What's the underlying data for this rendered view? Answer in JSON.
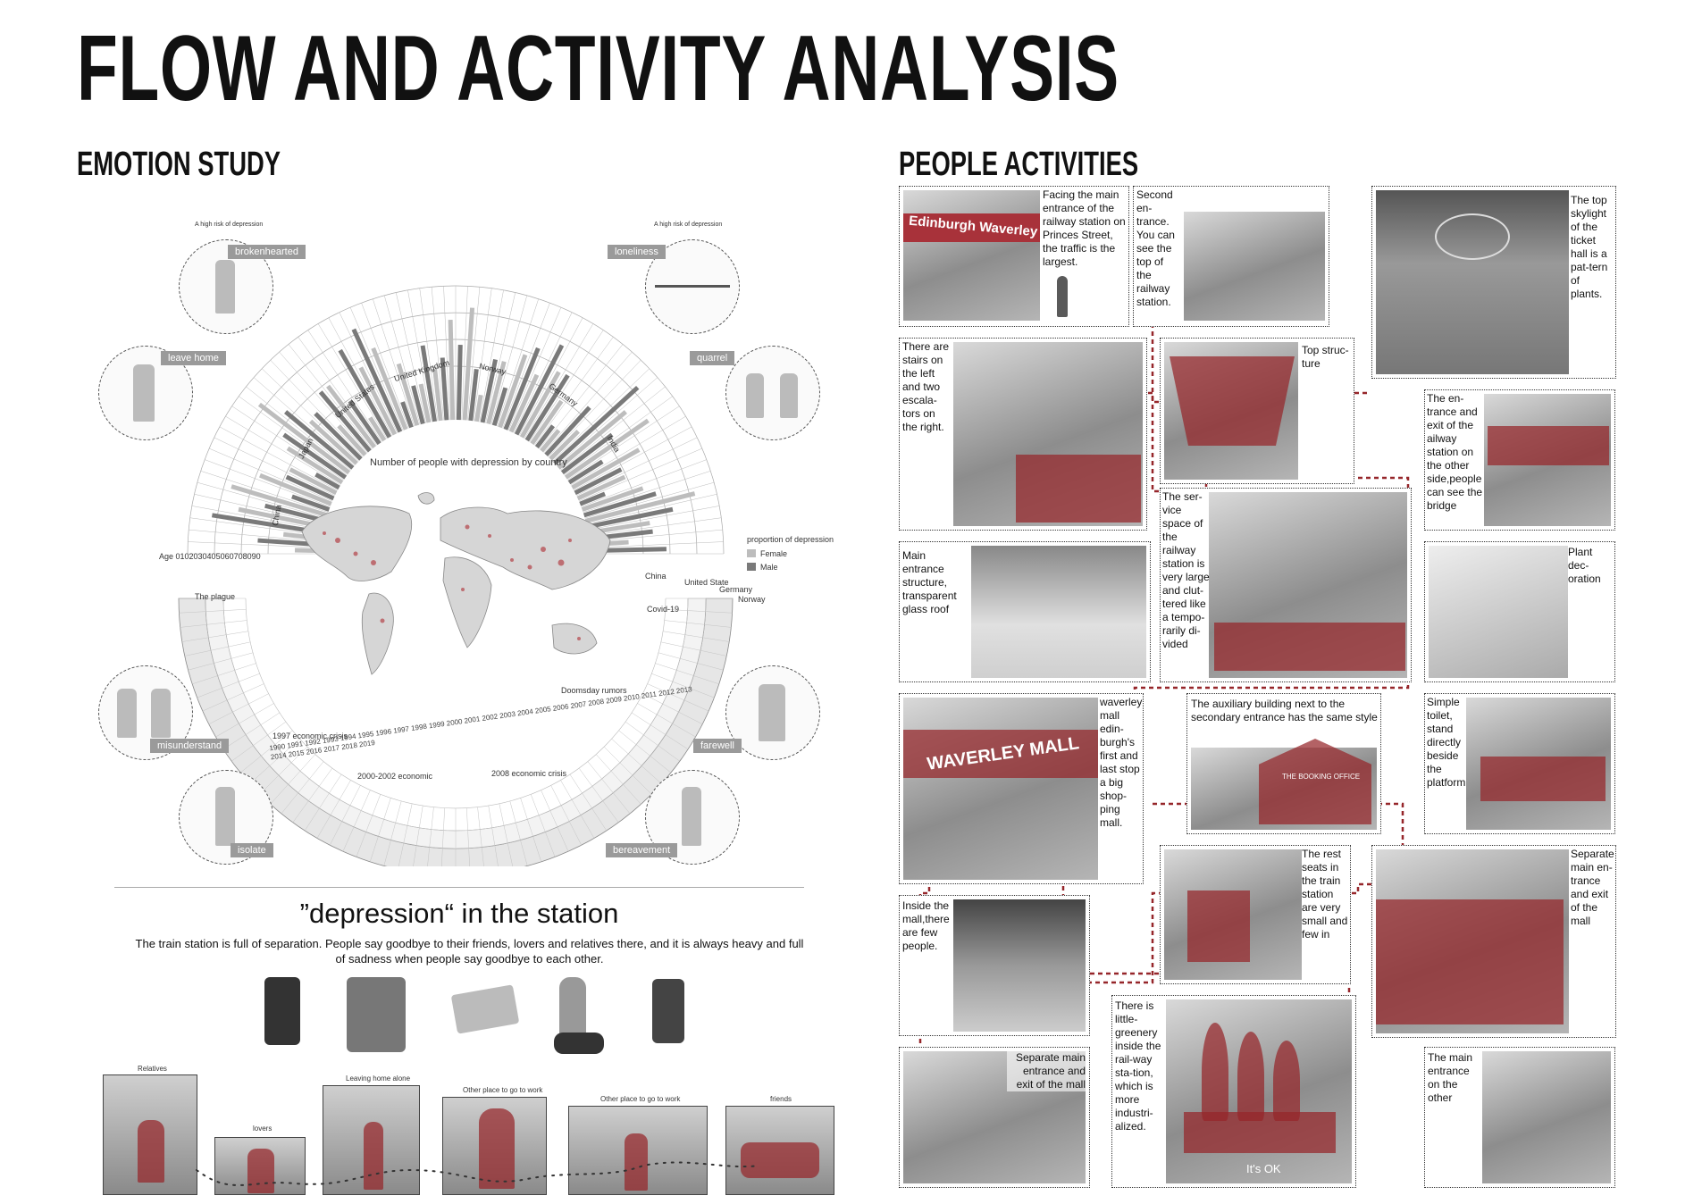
{
  "title": "FLOW AND ACTIVITY ANALYSIS",
  "emotion": {
    "heading": "EMOTION STUDY",
    "risk_left": "A high risk of depression",
    "risk_right": "A high risk of depression",
    "emotions": [
      "brokenhearted",
      "loneliness",
      "leave home",
      "quarrel",
      "misunderstand",
      "farewell",
      "isolate",
      "bereavement"
    ],
    "chart_title": "Number of people with depression by country",
    "countries": [
      "China",
      "Japan",
      "United States",
      "United Kingdom",
      "Norway",
      "Germany",
      "India"
    ],
    "age_axis": "Age 0102030405060708090",
    "legend": {
      "title": "proportion of depression",
      "female": "Female",
      "male": "Male"
    },
    "timeline_labels": {
      "plague": "The plague",
      "covid": "Covid-19",
      "doomsday": "Doomsday rumors",
      "e1997": "1997 economic crisis",
      "e2000": "2000-2002 economic",
      "e2008": "2008 economic crisis",
      "years": "1990 1991 1992 1993 1994 1995 1996 1997 1998 1999 2000 2001 2002 2003 2004 2005 2006 2007 2008 2009 2010 2011 2012 2013 2014 2015 2016 2017 2018 2019",
      "china": "China",
      "us": "United State",
      "germany": "Germany",
      "norway": "Norway"
    },
    "colors": {
      "female": "#bdbdbd",
      "male": "#7a7a7a",
      "accent": "#96262a"
    }
  },
  "depression": {
    "heading": "”depression“ in the station",
    "text": "The train station is full of separation. People say goodbye to their friends, lovers and relatives there, and it is always heavy and full of sadness when people say goodbye to each other.",
    "strip_labels": [
      "Relatives",
      "lovers",
      "Leaving home alone",
      "Other place to go to work",
      "Other place to go to work",
      "friends"
    ]
  },
  "activities": {
    "heading": "PEOPLE ACTIVITIES",
    "photo_texts": {
      "sign": "Edinburgh Waverley",
      "mall_sign": "WAVERLEY MALL",
      "office_sign": "THE BOOKING OFFICE",
      "ok_sign": "It's OK"
    },
    "captions": [
      "Facing the main entrance of the railway station on Princes Street, the traffic is the largest.",
      "Second en-trance. You can see the top of the railway station.",
      "The top skylight of the ticket hall is a pat-tern of plants.",
      "There are stairs on the left and two escala-tors on the right.",
      "Top struc-ture",
      "The en-trance and exit of the ailway station on the other side,people can see the bridge",
      "Main entrance structure, transparent glass roof",
      "The ser-vice space of the railway station is very large and clut-tered like a tempo-rarily di-vided",
      "Plant dec-oration",
      "waverley mall edin-burgh's first and last stop a big shop-ping mall.",
      "The auxiliary building next to the secondary entrance has the same style",
      "Simple toilet, stand directly beside the platform",
      "Inside the mall,there are few people.",
      "The rest seats in the train station are very small and few in",
      "Separate main en-trance and exit of the mall",
      "There is little-greenery inside the rail-way sta-tion, which is more industri-alized.",
      "Separate main entrance and exit of the mall",
      "The main entrance on the other"
    ]
  }
}
